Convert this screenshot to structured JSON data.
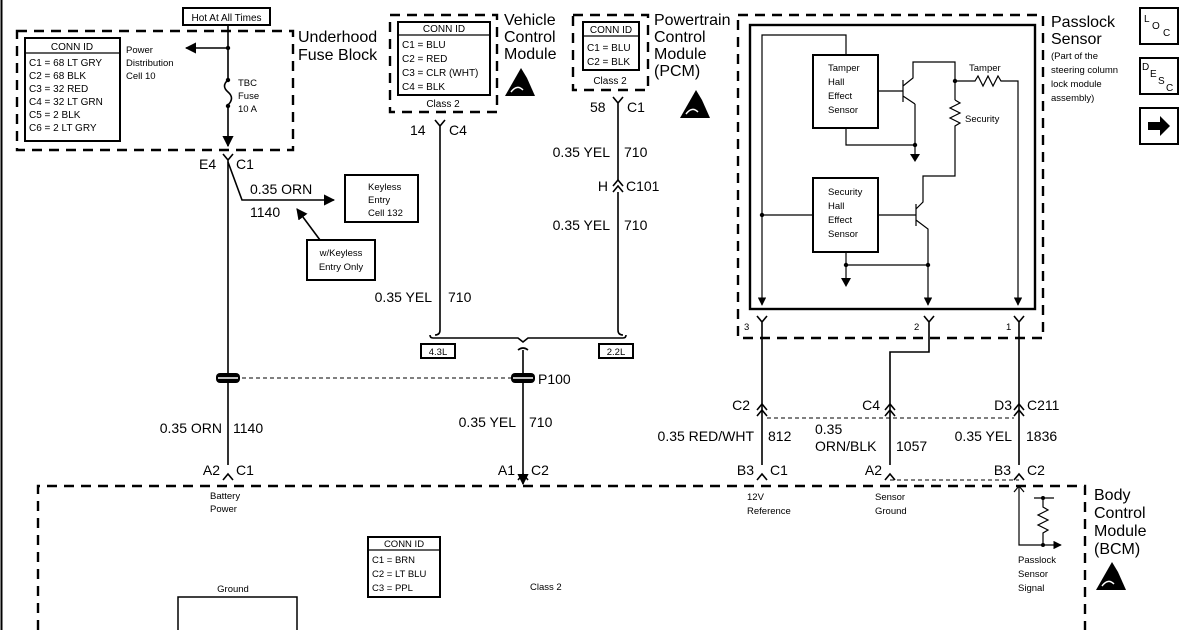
{
  "fuse_block": {
    "hot_label": "Hot At All Times",
    "title": [
      "Underhood",
      "Fuse Block"
    ],
    "conn_id": {
      "header": "CONN ID",
      "rows": [
        "C1 = 68 LT GRY",
        "C2 = 68 BLK",
        "C3 = 32 RED",
        "C4 = 32 LT GRN",
        "C5 = 2 BLK",
        "C6 = 2 LT GRY"
      ]
    },
    "power_dist": [
      "Power",
      "Distribution",
      "Cell 10"
    ],
    "fuse": [
      "TBC",
      "Fuse",
      "10 A"
    ],
    "connector": {
      "pin": "E4",
      "conn": "C1"
    }
  },
  "keyless": {
    "wire_color": "0.35 ORN",
    "circuit": "1140",
    "target": [
      "Keyless",
      "Entry",
      "Cell 132"
    ],
    "note": [
      "w/Keyless",
      "Entry Only"
    ]
  },
  "vcm": {
    "title": [
      "Vehicle",
      "Control",
      "Module"
    ],
    "conn_id": {
      "header": "CONN ID",
      "rows": [
        "C1 = BLU",
        "C2 = RED",
        "C3 = CLR (WHT)",
        "C4 = BLK"
      ]
    },
    "footer": "Class 2",
    "connector": {
      "pin": "14",
      "conn": "C4"
    },
    "esd_icon": "esd-warning-icon"
  },
  "pcm": {
    "title": [
      "Powertrain",
      "Control",
      "Module",
      "(PCM)"
    ],
    "conn_id": {
      "header": "CONN ID",
      "rows": [
        "C1 = BLU",
        "C2 = BLK"
      ]
    },
    "footer": "Class 2",
    "connector": {
      "pin": "58",
      "conn": "C1"
    },
    "esd_icon": "esd-warning-icon"
  },
  "class2_wires": {
    "pcm_upper": {
      "color": "0.35 YEL",
      "circuit": "710"
    },
    "c101": {
      "pin": "H",
      "conn": "C101"
    },
    "pcm_lower": {
      "color": "0.35 YEL",
      "circuit": "710"
    },
    "vcm": {
      "color": "0.35 YEL",
      "circuit": "710"
    },
    "engine_options": [
      "4.3L",
      "2.2L"
    ],
    "splice": "P100",
    "bcm_side": {
      "color": "0.35 YEL",
      "circuit": "710"
    }
  },
  "battery_wire": {
    "color": "0.35 ORN",
    "circuit": "1140"
  },
  "passlock": {
    "title": [
      "Passlock",
      "Sensor"
    ],
    "subtitle": [
      "(Part of the",
      "steering column",
      "lock module",
      "assembly)"
    ],
    "tamper_sensor": [
      "Tamper",
      "Hall",
      "Effect",
      "Sensor"
    ],
    "security_sensor": [
      "Security",
      "Hall",
      "Effect",
      "Sensor"
    ],
    "tamper_resistor": "Tamper",
    "security_resistor": "Security",
    "pins": [
      "3",
      "2",
      "1"
    ]
  },
  "nav_buttons": {
    "loc": [
      "L",
      "O",
      "C"
    ],
    "desc": [
      "D",
      "E",
      "S",
      "C"
    ],
    "next_icon": "arrow-right-icon"
  },
  "c211_row": {
    "upper": [
      {
        "pin": "C2",
        "conn": ""
      },
      {
        "pin": "C4",
        "conn": ""
      },
      {
        "pin": "D3",
        "conn": "C211"
      }
    ],
    "wires": [
      {
        "color": "0.35 RED/WHT",
        "circuit": "812"
      },
      {
        "color": [
          "0.35",
          "ORN/BLK"
        ],
        "circuit": "1057"
      },
      {
        "color": "0.35 YEL",
        "circuit": "1836"
      }
    ]
  },
  "bcm": {
    "title": [
      "Body",
      "Control",
      "Module",
      "(BCM)"
    ],
    "esd_icon": "esd-warning-icon",
    "connectors": [
      {
        "pin": "A2",
        "conn": "C1",
        "label": [
          "Battery",
          "Power"
        ]
      },
      {
        "pin": "A1",
        "conn": "C2",
        "label": [
          "Class 2"
        ]
      },
      {
        "pin": "B3",
        "conn": "C1",
        "label": [
          "12V",
          "Reference"
        ]
      },
      {
        "pin": "A2",
        "conn": "",
        "label": [
          "Sensor",
          "Ground"
        ]
      },
      {
        "pin": "B3",
        "conn": "C2",
        "label": [
          "Passlock",
          "Sensor",
          "Signal"
        ]
      }
    ],
    "conn_id": {
      "header": "CONN ID",
      "rows": [
        "C1 = BRN",
        "C2 = LT BLU",
        "C3 = PPL"
      ]
    },
    "ground": "Ground"
  }
}
